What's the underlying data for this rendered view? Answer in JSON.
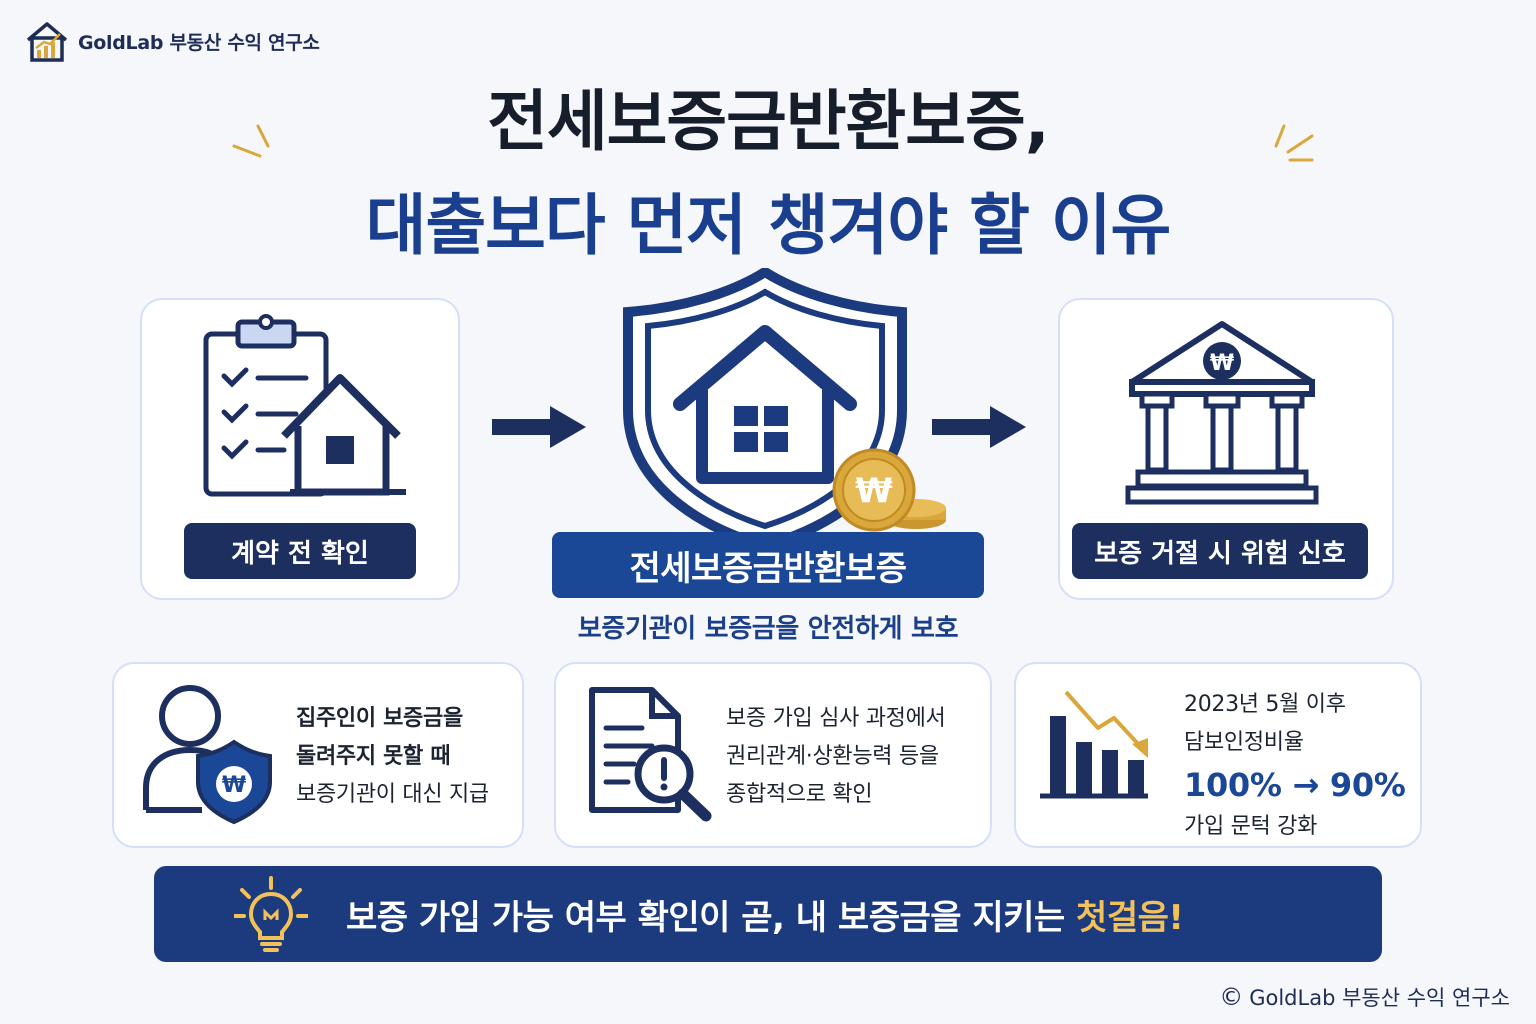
{
  "brand": {
    "name": "GoldLab 부동산 수익 연구소",
    "icon": "house-chart-logo-icon"
  },
  "title": {
    "line1": "전세보증금반환보증,",
    "line2": "대출보다 먼저 챙겨야 할 이유"
  },
  "flow": {
    "step1": {
      "label": "계약 전 확인",
      "icon": "clipboard-house-icon"
    },
    "step2": {
      "label": "전세보증금반환보증",
      "sub": "보증기관이 보증금을 안전하게 보호",
      "icon": "shield-house-icon"
    },
    "step3": {
      "label": "보증 거절 시 위험 신호",
      "icon": "bank-won-icon"
    }
  },
  "cards": [
    {
      "line1": "집주인이 보증금을",
      "line2": "돌려주지 못할 때",
      "line3": "보증기관이 대신 지급",
      "icon": "person-shield-icon"
    },
    {
      "line1": "보증 가입 심사 과정에서",
      "line2": "권리관계·상환능력 등을",
      "line3": "종합적으로 확인",
      "icon": "document-search-icon"
    },
    {
      "line1": "2023년 5월 이후",
      "line2": "담보인정비율",
      "line3": "100% → 90%",
      "line4": "가입 문턱 강화",
      "icon": "declining-bar-chart-icon"
    }
  ],
  "banner": {
    "text": "보증 가입 가능 여부 확인이 곧, 내 보증금을 지키는 ",
    "highlight": "첫걸음!",
    "icon": "lightbulb-icon"
  },
  "footer": {
    "symbol": "©",
    "text": "GoldLab 부동산 수익 연구소"
  },
  "colors": {
    "navy": "#1c2f5f",
    "blue": "#1b4797",
    "gold": "#d9a73a",
    "light_border": "#d3e0f7"
  }
}
